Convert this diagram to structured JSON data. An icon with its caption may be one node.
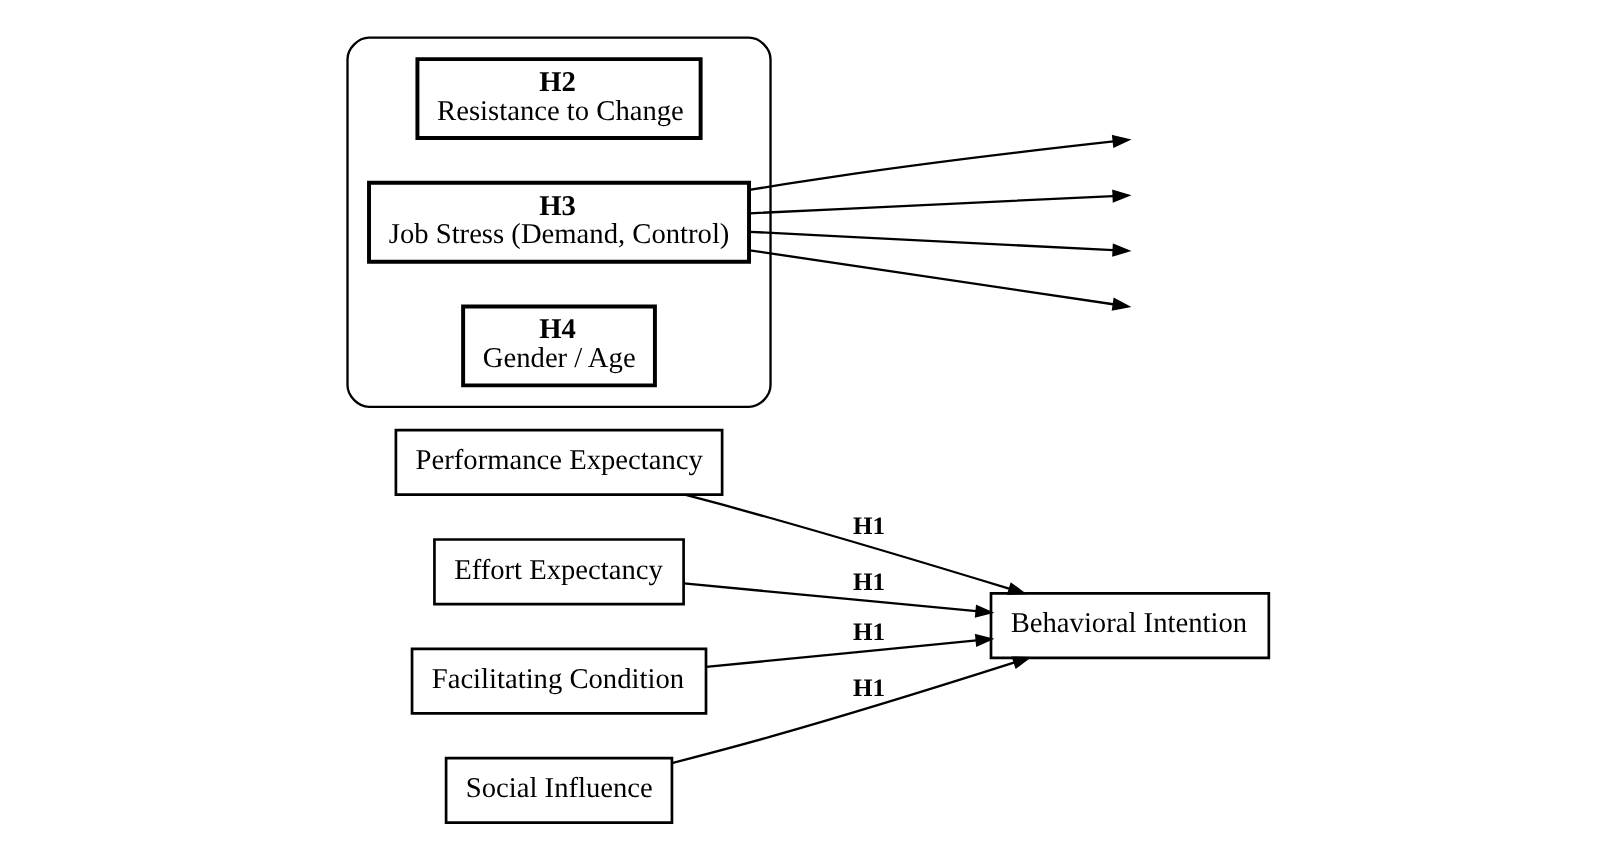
{
  "diagram": {
    "nodes": [
      {
        "text": [
          "Performance Expectancy"
        ]
      },
      {
        "text": [
          "Effort Expectancy"
        ]
      },
      {
        "text": [
          "Facilitating Condition"
        ]
      },
      {
        "text": [
          "Social Influence"
        ]
      },
      {
        "text": [
          "Behavioral Intention"
        ]
      },
      {
        "text": [],
        "shape": "box"
      },
      {
        "text": [
          "H2",
          "Resistance to Change"
        ],
        "in": 5
      },
      {
        "text": [
          "H3",
          "Job Stress (Demand, Control)"
        ],
        "in": 5
      },
      {
        "text": [
          "H4",
          "Gender / Age"
        ],
        "in": 5
      }
    ],
    "edges": [
      {
        "from": 0,
        "to": 4,
        "arrow": "to",
        "label": "H1"
      },
      {
        "from": 1,
        "to": 4,
        "arrow": "to",
        "label": "H1"
      },
      {
        "from": 2,
        "to": 4,
        "arrow": "to",
        "label": "H1"
      },
      {
        "from": 3,
        "to": 4,
        "arrow": "to",
        "label": "H1"
      },
      {
        "from": 7,
        "to": null,
        "arrow": "to"
      },
      {
        "from": 7,
        "to": null,
        "arrow": "to"
      },
      {
        "from": 7,
        "to": null,
        "arrow": "to"
      },
      {
        "from": 7,
        "to": null,
        "arrow": "to"
      }
    ]
  }
}
